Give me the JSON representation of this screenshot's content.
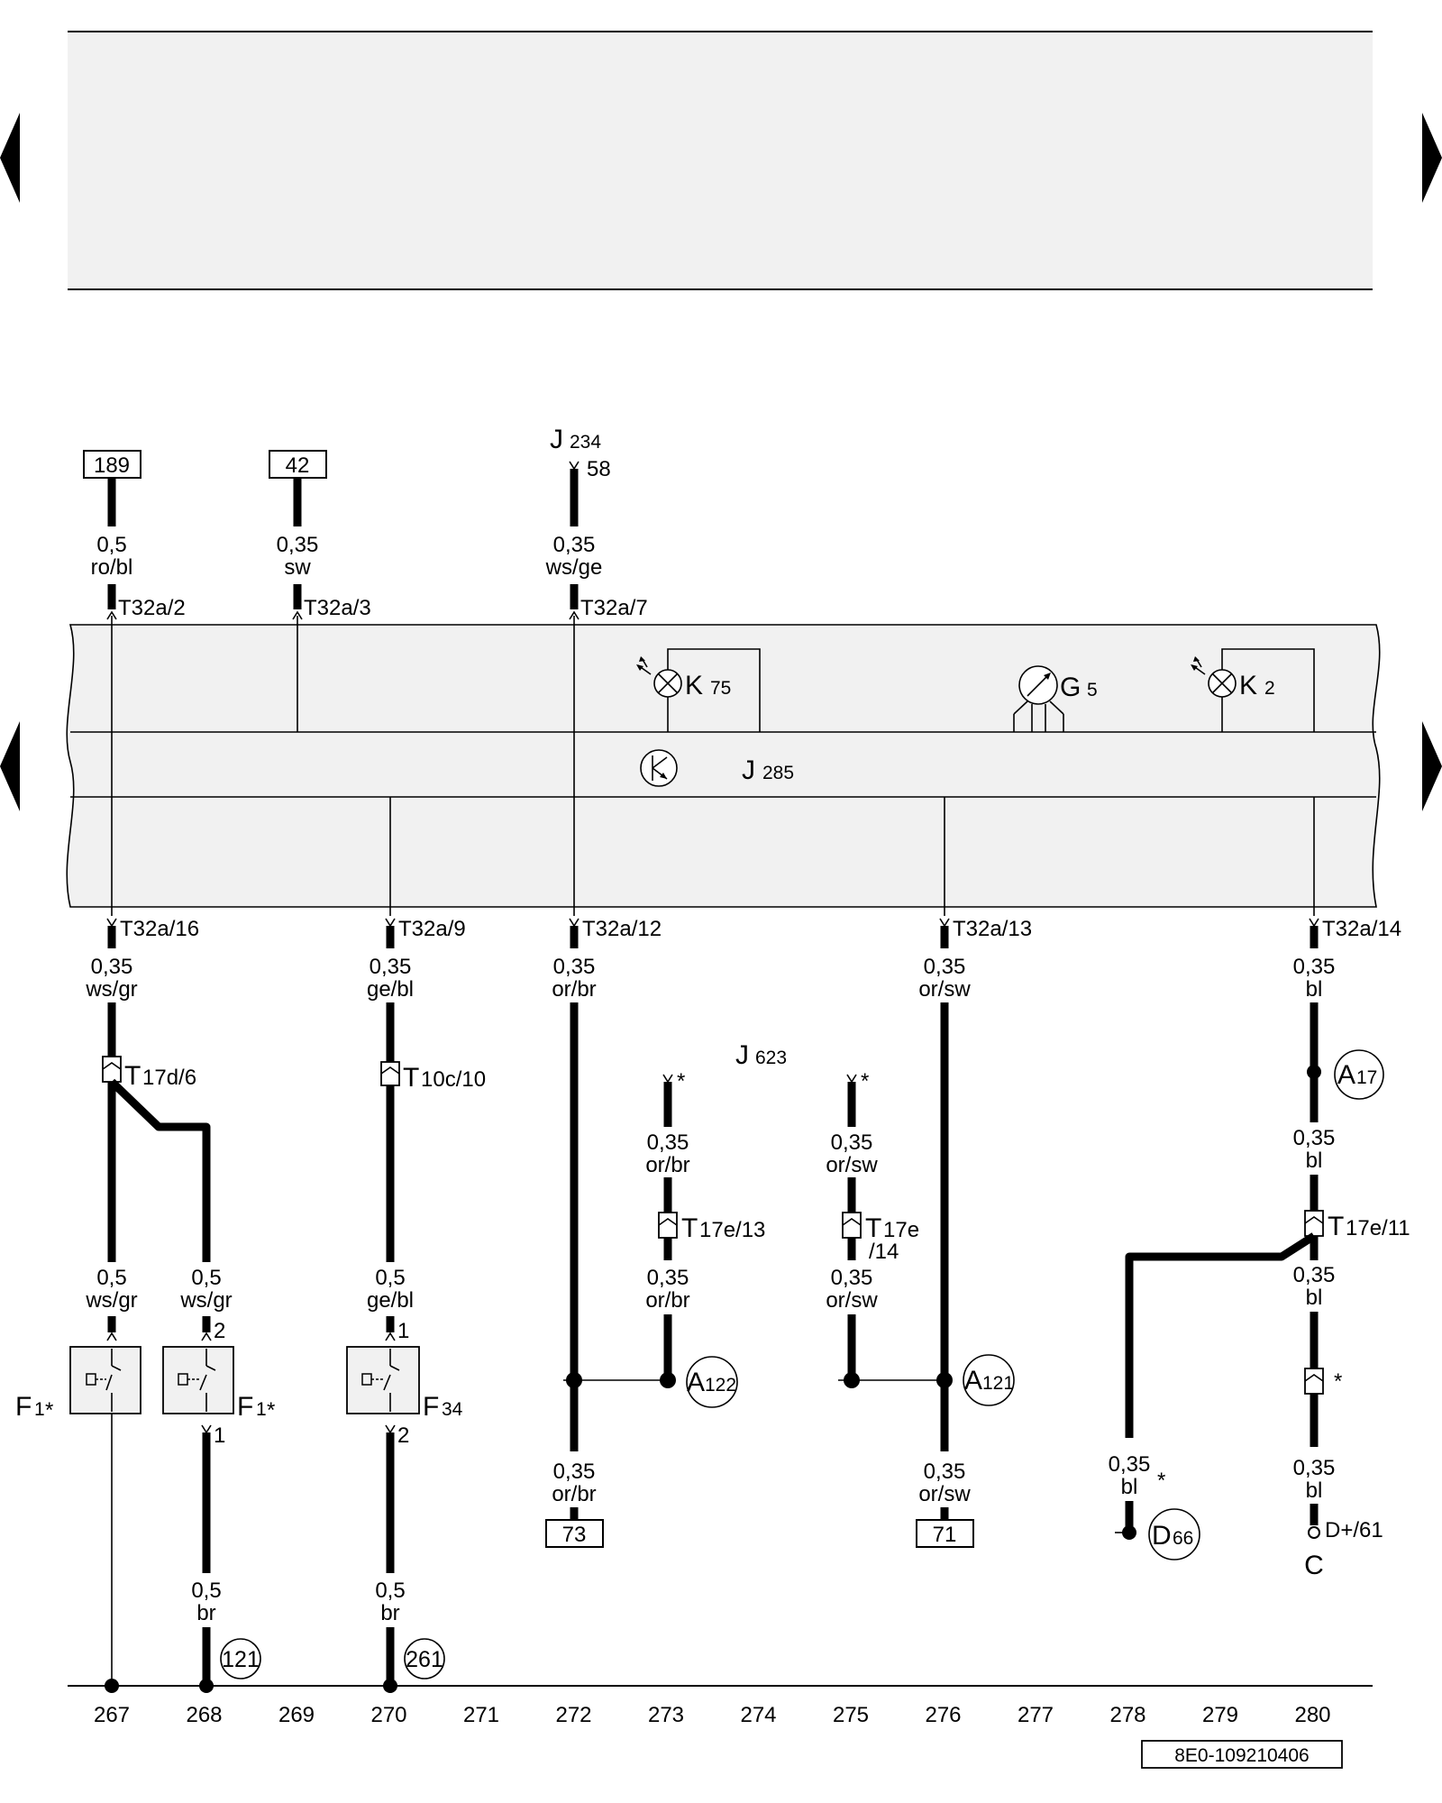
{
  "document_code": "8E0-109210406",
  "column_numbers": [
    "267",
    "268",
    "269",
    "270",
    "271",
    "272",
    "273",
    "274",
    "275",
    "276",
    "277",
    "278",
    "279",
    "280"
  ],
  "top_refs": [
    "189",
    "42"
  ],
  "bottom_refs": [
    "73",
    "71"
  ],
  "component_J234": {
    "letter": "J",
    "number": "234",
    "pin": "58"
  },
  "component_J285": {
    "letter": "J",
    "number": "285"
  },
  "component_J623": {
    "letter": "J",
    "number": "623"
  },
  "component_K75": {
    "letter": "K",
    "number": "75"
  },
  "component_K2": {
    "letter": "K",
    "number": "2"
  },
  "component_G5": {
    "letter": "G",
    "number": "5"
  },
  "switch_F1_left": {
    "letter": "F",
    "number": "1",
    "mark": "*"
  },
  "switch_F1_right": {
    "letter": "F",
    "number": "1",
    "mark": "*",
    "pin_top": "2",
    "pin_bottom": "1"
  },
  "switch_F34": {
    "letter": "F",
    "number": "34",
    "pin_top": "1",
    "pin_bottom": "2"
  },
  "connectors_top": [
    "T32a/2",
    "T32a/3",
    "T32a/7"
  ],
  "connectors_bottom": [
    "T32a/16",
    "T32a/9",
    "T32a/12",
    "T32a/13",
    "T32a/14"
  ],
  "plug_T17d6": {
    "letter": "T",
    "rest": "17d/6"
  },
  "plug_T10c10": {
    "letter": "T",
    "rest": "10c/10"
  },
  "plug_T17e13": {
    "letter": "T",
    "rest": "17e/13"
  },
  "plug_T17e14": {
    "letter": "T",
    "rest": "17e",
    "line2": "/14"
  },
  "plug_T17e11": {
    "letter": "T",
    "rest": "17e/11"
  },
  "connections": {
    "A122": {
      "letter": "A",
      "number": "122"
    },
    "A121": {
      "letter": "A",
      "number": "121"
    },
    "A17": {
      "letter": "A",
      "number": "17"
    },
    "D66": {
      "letter": "D",
      "number": "66"
    }
  },
  "ground_points": [
    "121",
    "261"
  ],
  "terminal_label": "D+/61",
  "terminal_letter": "C",
  "star": "*",
  "wires": {
    "w267_top": [
      "0,5",
      "ro/bl"
    ],
    "w268_top": [
      "0,35",
      "sw"
    ],
    "w272_top": [
      "0,35",
      "ws/ge"
    ],
    "w267_mid": [
      "0,35",
      "ws/gr"
    ],
    "w270_mid": [
      "0,35",
      "ge/bl"
    ],
    "w272_mid": [
      "0,35",
      "or/br"
    ],
    "w276_mid": [
      "0,35",
      "or/sw"
    ],
    "w280_mid": [
      "0,35",
      "bl"
    ],
    "w273_a": [
      "0,35",
      "or/br"
    ],
    "w273_b": [
      "0,35",
      "or/br"
    ],
    "w275_a": [
      "0,35",
      "or/sw"
    ],
    "w275_b": [
      "0,35",
      "or/sw"
    ],
    "w280_a": [
      "0,35",
      "bl"
    ],
    "w280_b": [
      "0,35",
      "bl"
    ],
    "w267_low": [
      "0,5",
      "ws/gr"
    ],
    "w268_low": [
      "0,5",
      "ws/gr"
    ],
    "w270_low": [
      "0,5",
      "ge/bl"
    ],
    "w272_bot": [
      "0,35",
      "or/br"
    ],
    "w276_bot": [
      "0,35",
      "or/sw"
    ],
    "w278_bot": [
      "0,35",
      "bl"
    ],
    "w280_bot": [
      "0,35",
      "bl"
    ],
    "w268_gnd": [
      "0,5",
      "br"
    ],
    "w270_gnd": [
      "0,5",
      "br"
    ]
  }
}
